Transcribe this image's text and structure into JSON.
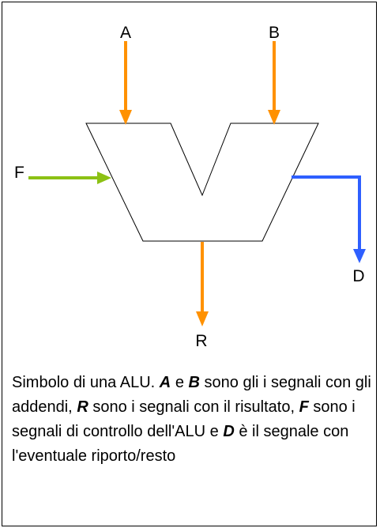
{
  "diagram": {
    "labels": {
      "a": "A",
      "b": "B",
      "f": "F",
      "d": "D",
      "r": "R"
    },
    "colors": {
      "orange": "#ff9100",
      "green": "#8cc114",
      "blue": "#2e5fff",
      "outline": "#000000"
    }
  },
  "caption": {
    "p1": "Simbolo di una ALU.",
    "a": "A",
    "p2": "e",
    "b": "B",
    "p3": "sono gli i segnali con gli addendi,",
    "r": "R",
    "p4": "sono i segnali con il risultato,",
    "f": "F",
    "p5": "sono i segnali di controllo dell'ALU e",
    "d": "D",
    "p6": "è il segnale con l'eventuale riporto/resto"
  }
}
